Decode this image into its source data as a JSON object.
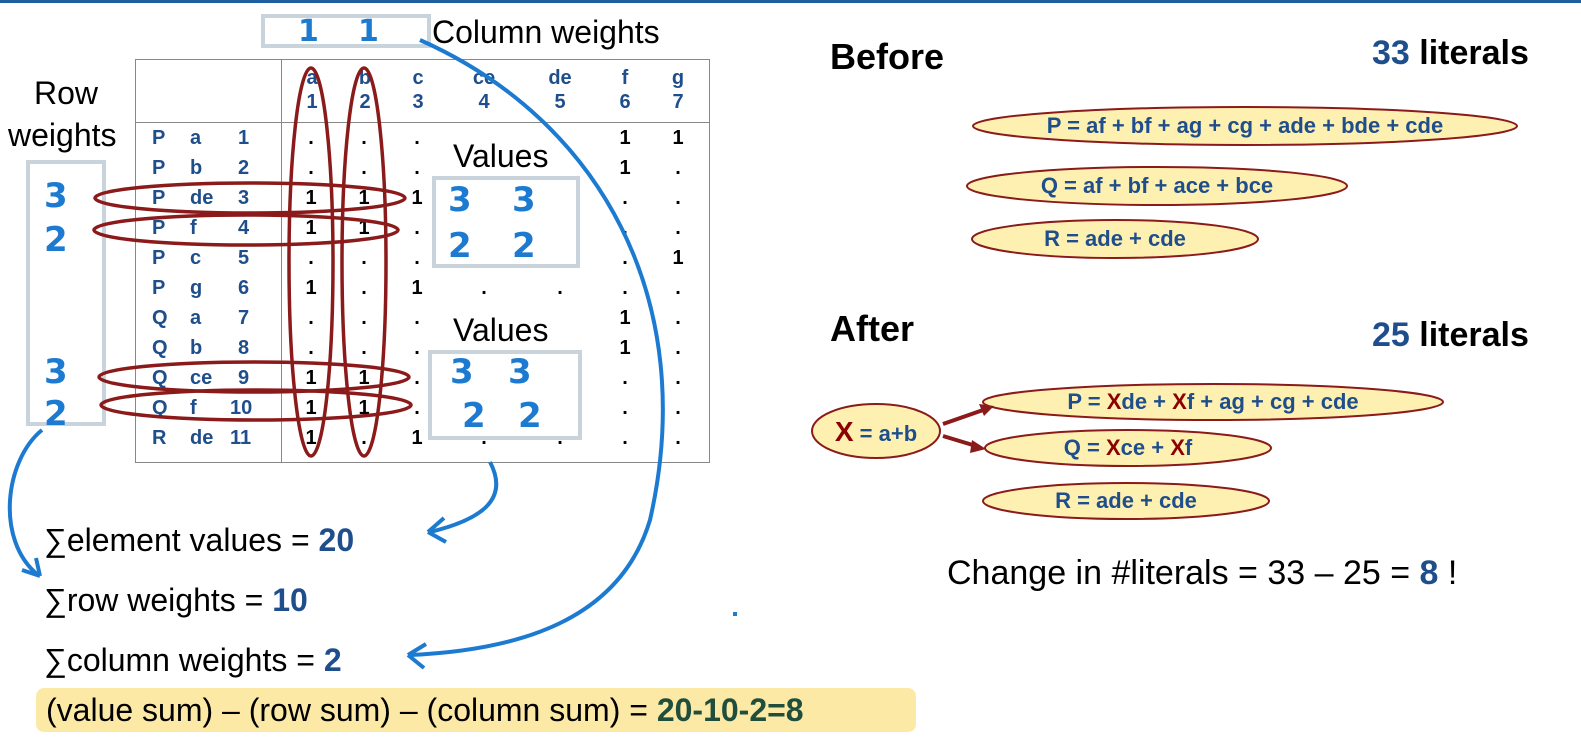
{
  "labels": {
    "column_weights": "Column weights",
    "row_weights_line1": "Row",
    "row_weights_line2": "weights",
    "values1": "Values",
    "values2": "Values"
  },
  "column_headers": [
    {
      "name": "a",
      "index": "1"
    },
    {
      "name": "b",
      "index": "2"
    },
    {
      "name": "c",
      "index": "3"
    },
    {
      "name": "ce",
      "index": "4"
    },
    {
      "name": "de",
      "index": "5"
    },
    {
      "name": "f",
      "index": "6"
    },
    {
      "name": "g",
      "index": "7"
    }
  ],
  "rows": [
    {
      "func": "P",
      "cube": "a",
      "index": "1",
      "cells": [
        ".",
        ".",
        ".",
        "",
        "",
        "1",
        "1"
      ]
    },
    {
      "func": "P",
      "cube": "b",
      "index": "2",
      "cells": [
        ".",
        ".",
        ".",
        "",
        "",
        "1",
        "."
      ]
    },
    {
      "func": "P",
      "cube": "de",
      "index": "3",
      "cells": [
        "1",
        "1",
        "1",
        "",
        "",
        ".",
        "."
      ]
    },
    {
      "func": "P",
      "cube": "f",
      "index": "4",
      "cells": [
        "1",
        "1",
        ".",
        "",
        "",
        ".",
        "."
      ]
    },
    {
      "func": "P",
      "cube": "c",
      "index": "5",
      "cells": [
        ".",
        ".",
        ".",
        "",
        "",
        ".",
        "1"
      ]
    },
    {
      "func": "P",
      "cube": "g",
      "index": "6",
      "cells": [
        "1",
        ".",
        "1",
        ".",
        ".",
        ".",
        "."
      ]
    },
    {
      "func": "Q",
      "cube": "a",
      "index": "7",
      "cells": [
        ".",
        ".",
        ".",
        "",
        "",
        "1",
        "."
      ]
    },
    {
      "func": "Q",
      "cube": "b",
      "index": "8",
      "cells": [
        ".",
        ".",
        ".",
        "",
        "",
        "1",
        "."
      ]
    },
    {
      "func": "Q",
      "cube": "ce",
      "index": "9",
      "cells": [
        "1",
        "1",
        ".",
        "",
        "",
        ".",
        "."
      ]
    },
    {
      "func": "Q",
      "cube": "f",
      "index": "10",
      "cells": [
        "1",
        "1",
        ".",
        "",
        "",
        ".",
        "."
      ]
    },
    {
      "func": "R",
      "cube": "de",
      "index": "11",
      "cells": [
        "1",
        ".",
        "1",
        ".",
        ".",
        ".",
        "."
      ]
    }
  ],
  "handwritten": {
    "column_weights": [
      "1",
      "1"
    ],
    "row_weights": [
      "3",
      "2",
      "3",
      "2"
    ],
    "values_top": [
      "3",
      "3",
      "2",
      "2"
    ],
    "values_bottom": [
      "3",
      "3",
      "2",
      "2"
    ]
  },
  "sums": {
    "element_text": "element values = ",
    "element_value": "20",
    "row_text": "row weights = ",
    "row_value": "10",
    "column_text": "column weights = ",
    "column_value": "2",
    "sigma": "∑",
    "formula_text": "(value sum) – (row sum) – (column sum) = ",
    "formula_value": "20-10-2=8"
  },
  "before": {
    "heading": "Before",
    "literals_count": "33",
    "literals_label": " literals",
    "exprs": [
      "P = af + bf + ag + cg + ade + bde + cde",
      "Q = af + bf + ace + bce",
      "R = ade + cde"
    ]
  },
  "after": {
    "heading": "After",
    "literals_count": "25",
    "literals_label": " literals",
    "x_var": "X",
    "x_def": " = a+b",
    "p": {
      "pre": "P = ",
      "x1": "X",
      "mid": "de + ",
      "x2": "X",
      "post": "f + ag + cg + cde"
    },
    "q": {
      "pre": "Q = ",
      "x1": "X",
      "mid": "ce + ",
      "x2": "X",
      "post": "f"
    },
    "r": "R = ade + cde"
  },
  "change": {
    "text": "Change in #literals = 33 – 25 = ",
    "value": "8",
    "suffix": " !"
  },
  "colors": {
    "accent_blue": "#1f4e8c",
    "hand_blue": "#1c7bd0",
    "ellipse_red": "#8b1a1a",
    "ellipse_fill": "#fdf0b0",
    "highlight": "#fde9a6"
  }
}
